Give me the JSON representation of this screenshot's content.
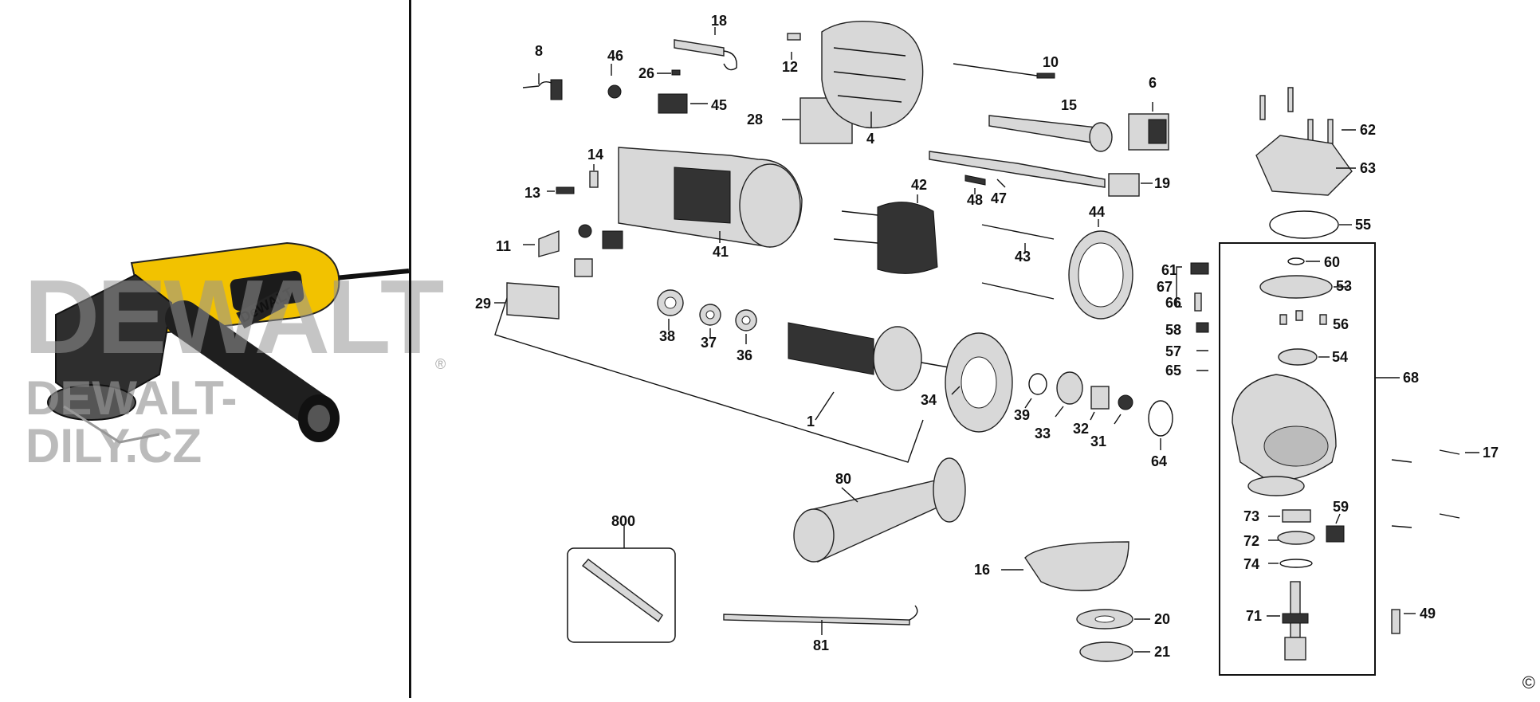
{
  "watermark": {
    "brand": "DEWALT",
    "site": "DEWALT-DILY.CZ",
    "registered_mark": "®"
  },
  "product_label": "DeWALT",
  "copyright": "©",
  "parts": {
    "p1": "1",
    "p4": "4",
    "p6": "6",
    "p8": "8",
    "p10": "10",
    "p11": "11",
    "p12": "12",
    "p13": "13",
    "p14": "14",
    "p15": "15",
    "p16": "16",
    "p17": "17",
    "p18": "18",
    "p19": "19",
    "p20": "20",
    "p21": "21",
    "p26": "26",
    "p28": "28",
    "p29": "29",
    "p31": "31",
    "p32": "32",
    "p33": "33",
    "p34": "34",
    "p36": "36",
    "p37": "37",
    "p38": "38",
    "p39": "39",
    "p41": "41",
    "p42": "42",
    "p43": "43",
    "p44": "44",
    "p45": "45",
    "p46": "46",
    "p47": "47",
    "p48": "48",
    "p49": "49",
    "p53": "53",
    "p54": "54",
    "p55": "55",
    "p56": "56",
    "p57": "57",
    "p58": "58",
    "p59": "59",
    "p60": "60",
    "p61": "61",
    "p62": "62",
    "p63": "63",
    "p64": "64",
    "p65": "65",
    "p66": "66",
    "p67": "67",
    "p68": "68",
    "p71": "71",
    "p72": "72",
    "p73": "73",
    "p74": "74",
    "p80": "80",
    "p81": "81",
    "p800": "800"
  }
}
